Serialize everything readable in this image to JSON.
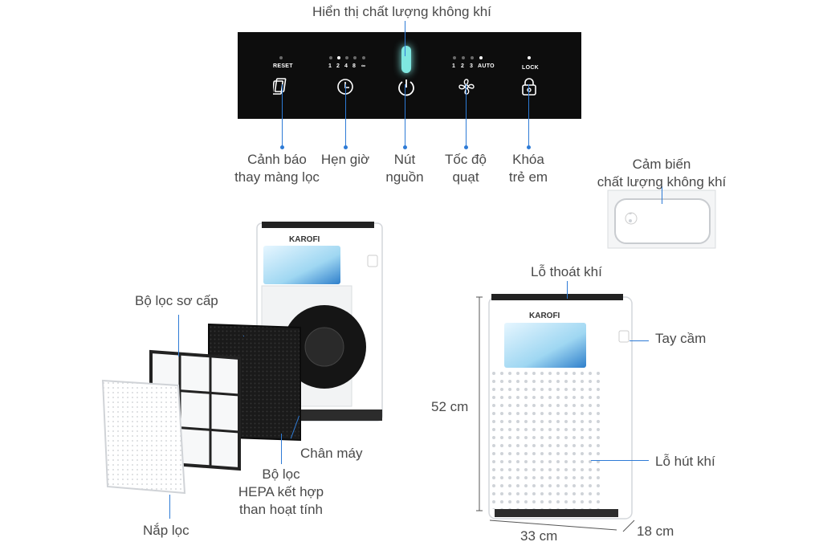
{
  "panel": {
    "reset": "RESET",
    "timer_values": [
      "1",
      "2",
      "4",
      "8",
      "∞"
    ],
    "fan_values": [
      "1",
      "2",
      "3",
      "AUTO"
    ],
    "lock": "LOCK"
  },
  "labels": {
    "air_quality_display": "Hiển thị chất lượng không khí",
    "filter_warning": [
      "Cảnh báo",
      "thay màng lọc"
    ],
    "timer": "Hẹn giờ",
    "power": [
      "Nút",
      "nguồn"
    ],
    "fan_speed": [
      "Tốc độ",
      "quạt"
    ],
    "child_lock": [
      "Khóa",
      "trẻ em"
    ],
    "air_sensor": [
      "Cảm biến",
      "chất lượng không khí"
    ],
    "exhaust": "Lỗ thoát khí",
    "handle": "Tay cầm",
    "intake": "Lỗ hút khí",
    "pre_filter": "Bộ lọc sơ cấp",
    "base": "Chân máy",
    "hepa": [
      "Bộ lọc",
      "HEPA kết hợp",
      "than hoạt tính"
    ],
    "cover": "Nắp lọc"
  },
  "dimensions": {
    "height": "52 cm",
    "width": "33 cm",
    "depth": "18 cm"
  },
  "brand": "KAROFI",
  "colors": {
    "panel": "#0d0d0d",
    "leader": "#2e7bd6",
    "power_glow": "#7fe7e0",
    "body": "#ffffff"
  }
}
